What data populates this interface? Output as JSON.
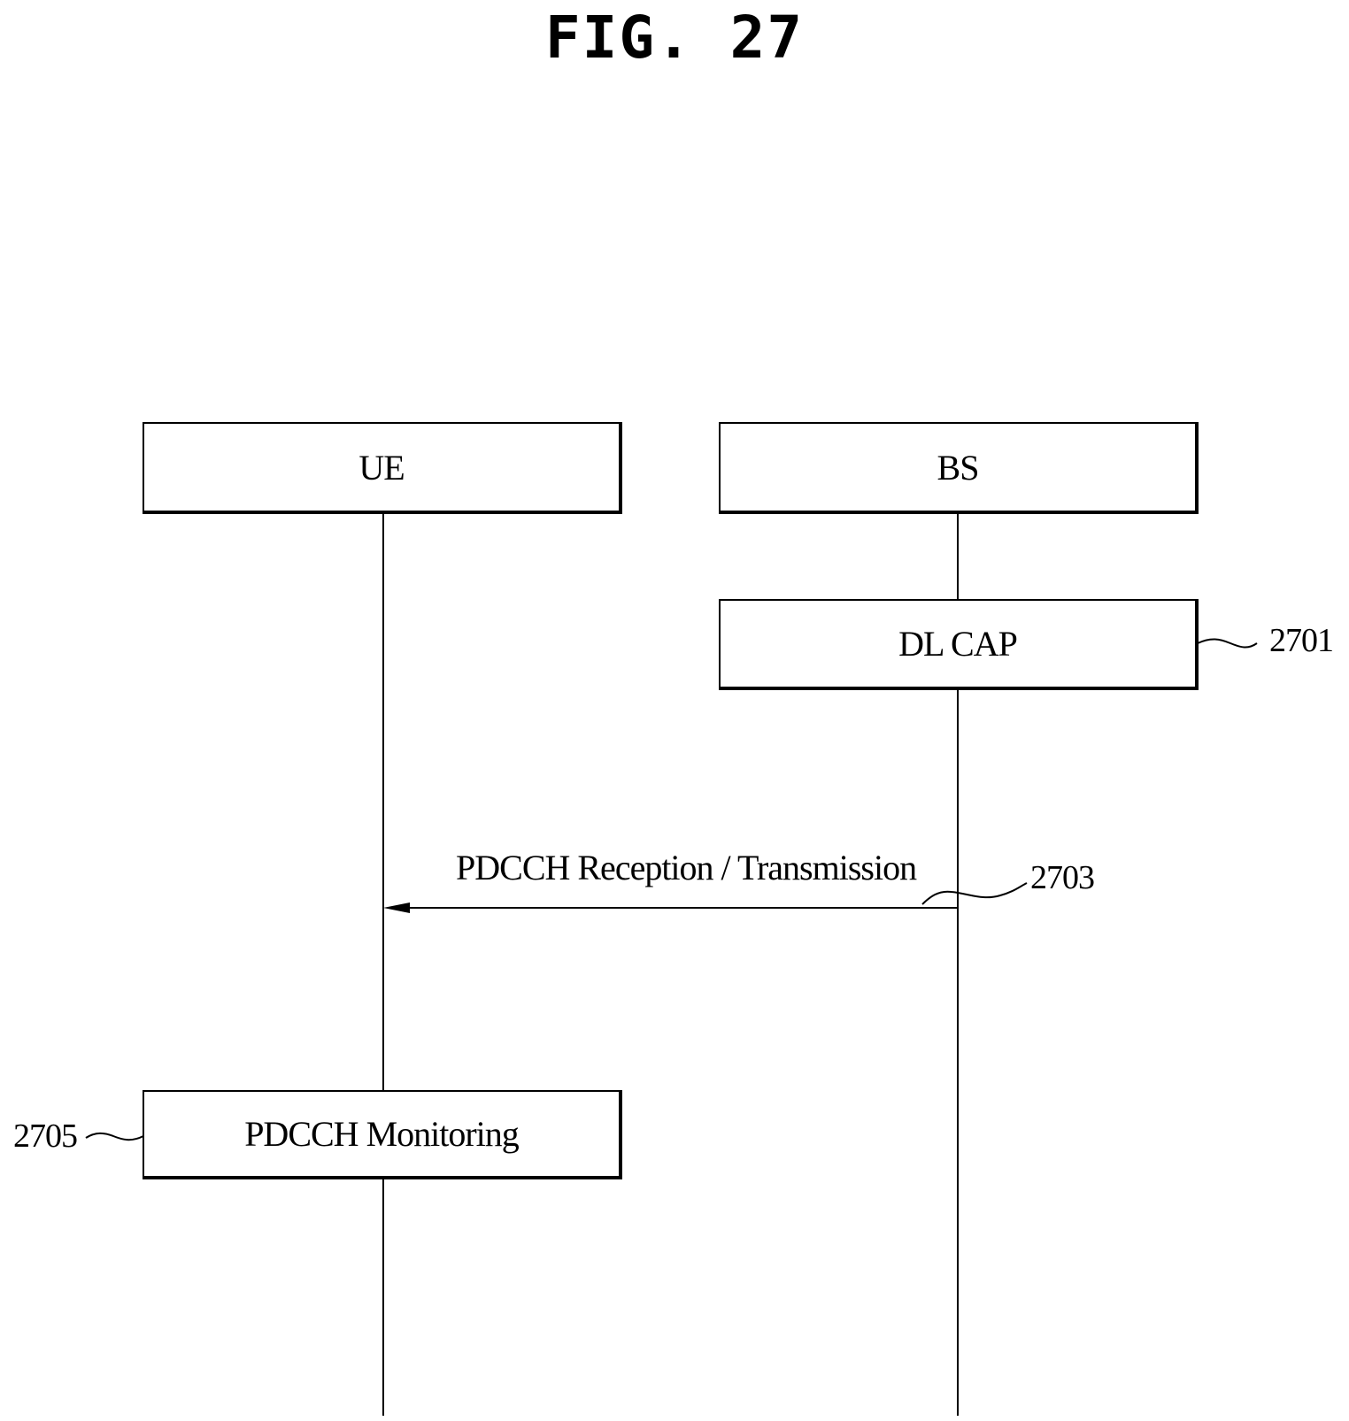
{
  "figure": {
    "title": "FIG. 27"
  },
  "entities": {
    "ue": {
      "label": "UE"
    },
    "bs": {
      "label": "BS"
    }
  },
  "steps": {
    "dl_cap": {
      "label": "DL CAP",
      "ref": "2701"
    },
    "pdcch_tx": {
      "label": "PDCCH Reception / Transmission",
      "ref": "2703"
    },
    "pdcch_monitoring": {
      "label": "PDCCH Monitoring",
      "ref": "2705"
    }
  },
  "colors": {
    "line": "#000000",
    "background": "#ffffff"
  }
}
